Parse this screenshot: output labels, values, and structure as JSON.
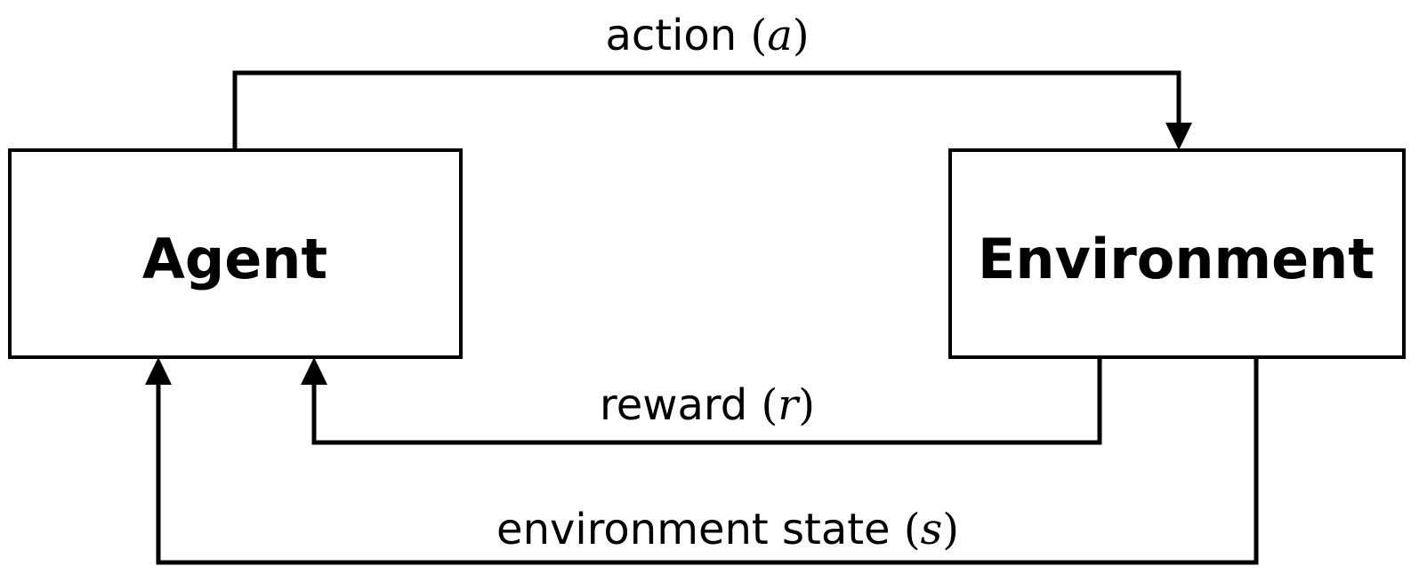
{
  "nodes": {
    "agent": {
      "label": "Agent"
    },
    "environment": {
      "label": "Environment"
    }
  },
  "edges": {
    "action": {
      "text": "action",
      "symbol": "a"
    },
    "reward": {
      "text": "reward",
      "symbol": "r"
    },
    "state": {
      "text": "environment state",
      "symbol": "s"
    }
  }
}
